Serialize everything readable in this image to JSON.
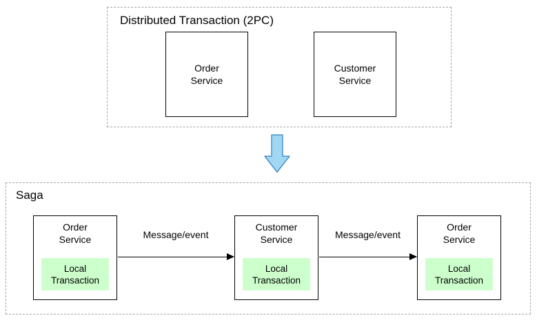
{
  "diagram": {
    "top": {
      "title": "Distributed Transaction (2PC)",
      "boxes": [
        {
          "label": "Order\nService"
        },
        {
          "label": "Customer\nService"
        }
      ]
    },
    "bottom": {
      "title": "Saga",
      "nodes": [
        {
          "label": "Order\nService",
          "sub_label": "Local\nTransaction"
        },
        {
          "label": "Customer\nService",
          "sub_label": "Local\nTransaction"
        },
        {
          "label": "Order\nService",
          "sub_label": "Local\nTransaction"
        }
      ],
      "edges": [
        {
          "label": "Message/event"
        },
        {
          "label": "Message/event"
        }
      ]
    },
    "colors": {
      "local_transaction_bg": "#ccffcc",
      "arrow_fill": "#a0d8f3",
      "arrow_stroke": "#4a90c8",
      "dashed_border": "#a3a3a3"
    }
  }
}
